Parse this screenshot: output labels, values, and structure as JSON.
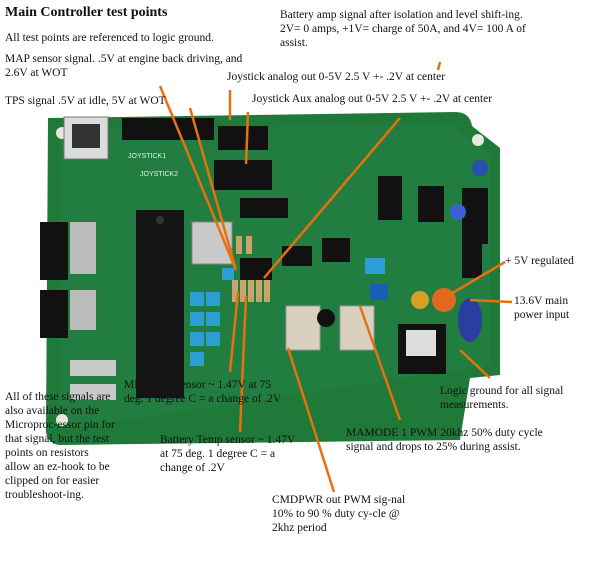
{
  "title": "Main Controller test points",
  "ground_note": "All test points are referenced to logic ground.",
  "labels": {
    "battery_amp": "Battery amp signal after isolation and level shift-ing. 2V= 0 amps, +1V= charge of 50A, and 4V= 100 A of assist.",
    "map_sensor": "MAP sensor signal. .5V at engine back driving, and 2.6V at WOT",
    "joystick": "Joystick analog out 0-5V 2.5 V +- .2V at center",
    "tps": "TPS signal .5V at idle, 5V at WOT",
    "joystick_aux": "Joystick Aux analog out 0-5V 2.5 V +- .2V at center",
    "plus5v": "+ 5V regulated",
    "main_power": "13.6V main power input",
    "logic_ground": "Logic ground for all signal measurements.",
    "mpi_temp": "MPI Temp sensor ~ 1.47V at 75 deg. 1 degree C = a change of .2V",
    "battery_temp": "Battery Temp sensor ~ 1.47V at 75 deg. 1 degree C = a change of .2V",
    "mamode": "MAMODE 1 PWM 20khz 50% duty cycle signal and drops to 25% during assist.",
    "cmdpwr": "CMDPWR out PWM sig-nal 10% to 90 % duty cy-cle @ 2khz period",
    "all_signals": "All of these signals are also available on the Microproc-essor pin for that signal, but the test points on resistors allow an ez-hook to be clipped on for easier troubleshoot-ing."
  },
  "board_text": {
    "joystick1": "JOYSTICK1",
    "joystick2": "JOYSTICK2"
  },
  "colors": {
    "pcb": "#1f7a3a",
    "arrow": "#e8700f",
    "text": "#111111"
  }
}
